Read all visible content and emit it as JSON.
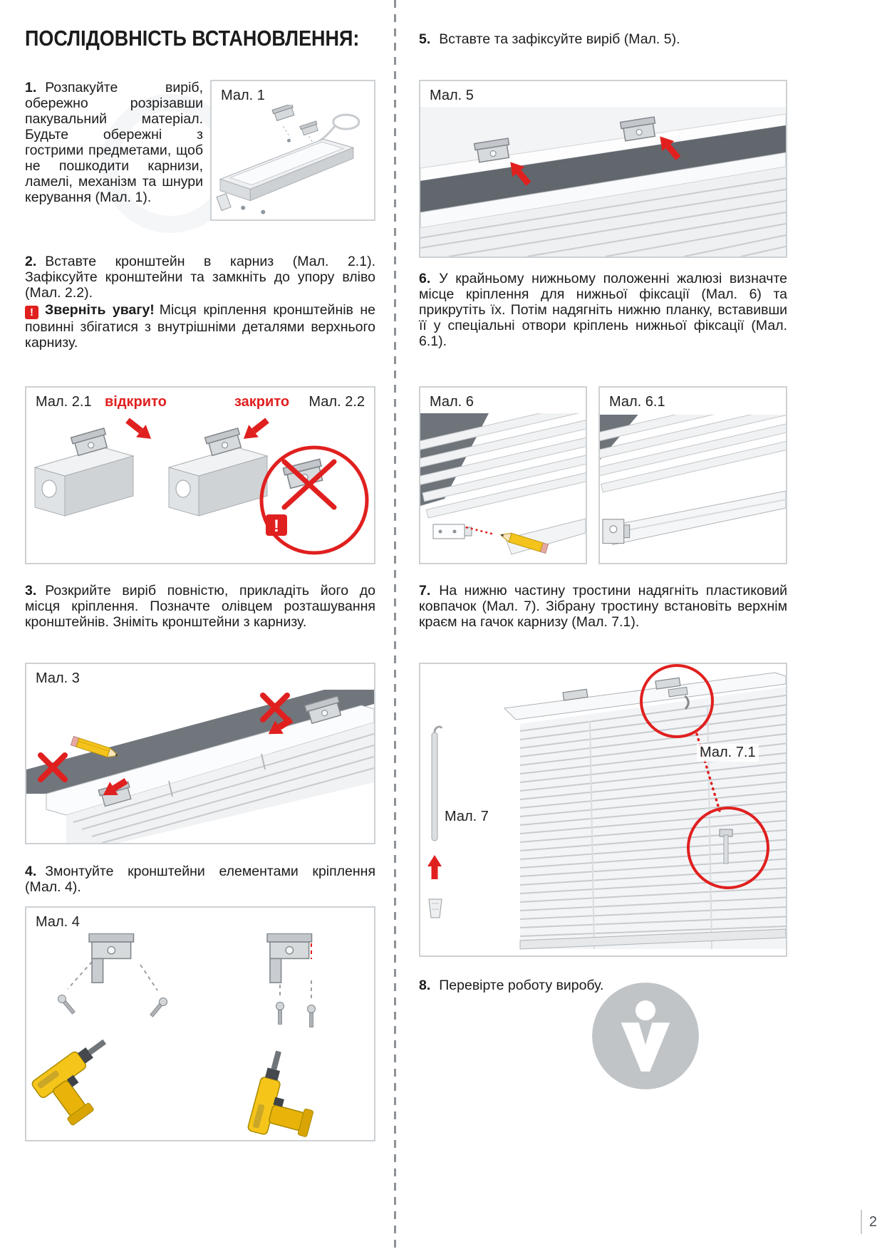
{
  "page": {
    "title": "ПОСЛІДОВНІСТЬ ВСТАНОВЛЕННЯ:",
    "page_number": "2"
  },
  "colors": {
    "accent_red": "#E0201F",
    "text": "#1B1B1B",
    "figure_border": "#CDD1D4",
    "pencil_yellow": "#F4C31C",
    "drill_yellow": "#F6C51A"
  },
  "steps": {
    "step1": {
      "num": "1.",
      "text": "Розпакуйте виріб, обережно розрізавши пакувальний матеріал. Будьте обережні з гострими предметами, щоб не пошкодити карнизи, ламелі, механізм та шнури керування (Мал. 1)."
    },
    "step2": {
      "num": "2.",
      "text": "Вставте кронштейн в карниз (Мал. 2.1). Зафіксуйте кронштейни та замкніть до упору вліво (Мал. 2.2)."
    },
    "step2_warning": {
      "icon": "!",
      "title": "Зверніть увагу!",
      "text": "Місця кріплення кронштейнів не повинні збігатися з внутрішніми деталями верхнього карнизу."
    },
    "step3": {
      "num": "3.",
      "text": "Розкрийте виріб повністю, прикладіть його до місця кріплення. Позначте олівцем розташування кронштейнів. Зніміть кронштейни з карнизу."
    },
    "step4": {
      "num": "4.",
      "text": "Змонтуйте кронштейни елементами кріплення (Мал. 4)."
    },
    "step5": {
      "num": "5.",
      "text": "Вставте та зафіксуйте виріб (Мал. 5)."
    },
    "step6": {
      "num": "6.",
      "text": "У крайньому нижньому положенні жалюзі визначте місце кріплення для нижньої фіксації (Мал. 6) та прикрутіть їх. Потім надягніть нижню планку, вставивши її у спеціальні отвори кріплень нижньої фіксації (Мал. 6.1)."
    },
    "step7": {
      "num": "7.",
      "text": "На нижню частину тростини надягніть пластиковий ковпачок (Мал. 7). Зібрану тростину встановіть верхнім краєм на гачок карнизу (Мал. 7.1)."
    },
    "step8": {
      "num": "8.",
      "text": "Перевірте роботу виробу."
    }
  },
  "figures": {
    "fig1": {
      "label": "Мал. 1"
    },
    "fig2": {
      "label_left": "Мал. 2.1",
      "open": "відкрито",
      "closed": "закрито",
      "label_right": "Мал. 2.2",
      "exclamation": "!"
    },
    "fig3": {
      "label": "Мал. 3"
    },
    "fig4": {
      "label": "Мал. 4"
    },
    "fig5": {
      "label": "Мал. 5"
    },
    "fig6": {
      "label": "Мал. 6"
    },
    "fig6_1": {
      "label": "Мал. 6.1"
    },
    "fig7": {
      "label": "Мал. 7",
      "label_detail": "Мал. 7.1"
    }
  }
}
